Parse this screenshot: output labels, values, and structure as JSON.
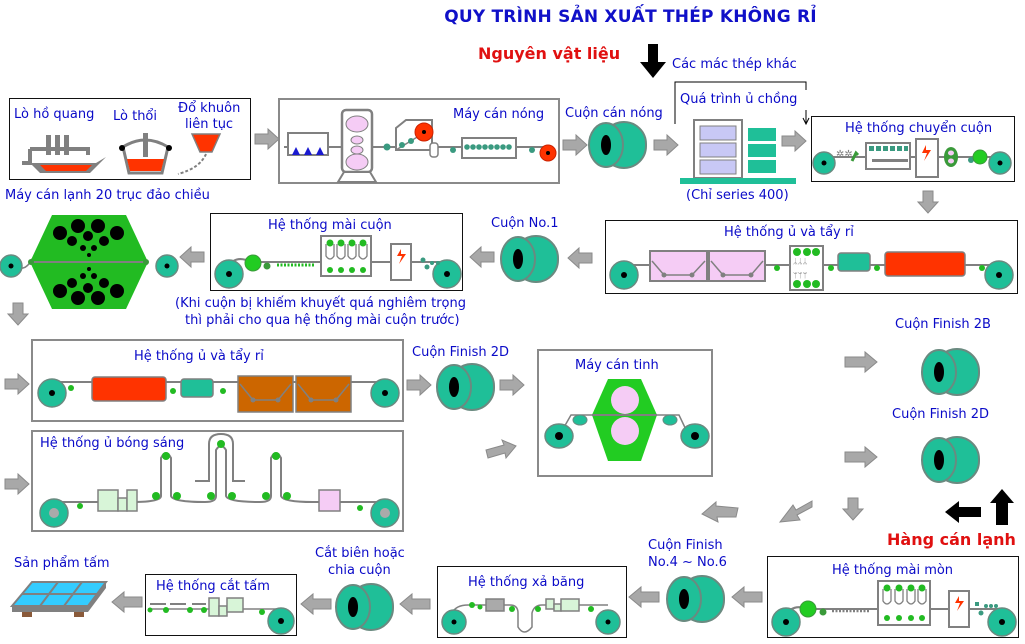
{
  "title": "QUY TRÌNH SẢN XUẤT THÉP KHÔNG RỈ",
  "raw_material": "Nguyên vật liệu",
  "cold_rolled_goods": "Hàng cán lạnh",
  "colors": {
    "label_blue": "#0a0ac8",
    "red_text": "#e01010",
    "coil_teal": "#1fbf98",
    "hot_red": "#ff3300",
    "green": "#22cc22",
    "pink": "#f5ccf5",
    "brown": "#cc6600",
    "arrow_gray": "#a8a8a8"
  },
  "steps": {
    "arc_furnace": "Lò hồ quang",
    "converter": "Lò thổi",
    "continuous_casting_1": "Đổ khuôn",
    "continuous_casting_2": "liên tục",
    "hot_rolling_mill": "Máy cán nóng",
    "hot_rolled_coil": "Cuộn cán nóng",
    "other_grades": "Các mác thép khác",
    "batch_annealing": "Quá trình ủ chồng",
    "series_400_only": "(Chỉ series 400)",
    "coil_transfer_system": "Hệ thống chuyển cuộn",
    "cold_mill_20_roll": "Máy cán lạnh 20 trục đảo chiều",
    "coil_grinding_system": "Hệ thống mài cuộn",
    "coil_no1": "Cuộn No.1",
    "anneal_pickle_1": "Hệ thống ủ và tẩy rỉ",
    "grinding_note_1": "(Khi cuộn bị khiếm khuyết quá nghiêm trọng",
    "grinding_note_2": "thì phải cho qua hệ thống mài cuộn trước)",
    "anneal_pickle_2": "Hệ thống ủ và tẩy rỉ",
    "finish_2d_left": "Cuộn Finish 2D",
    "skin_pass_mill": "Máy cán tinh",
    "finish_2b": "Cuộn Finish 2B",
    "finish_2d_right": "Cuộn Finish 2D",
    "bright_annealing": "Hệ thống ủ bóng sáng",
    "polishing_system": "Hệ thống mài mòn",
    "finish_no4_1": "Cuộn Finish",
    "finish_no4_2": "No.4 ~ No.6",
    "strip_uncoiling": "Hệ thống xả băng",
    "slitting_1": "Cắt biên hoặc",
    "slitting_2": "chia cuộn",
    "sheet_cutting": "Hệ thống cắt tấm",
    "sheet_product": "Sản phẩm tấm"
  }
}
